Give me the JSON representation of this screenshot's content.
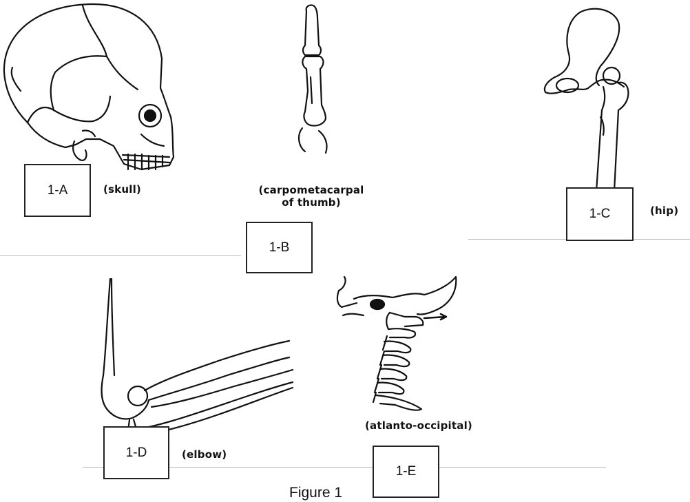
{
  "panels": [
    {
      "id": "1-A",
      "label": "1-A",
      "caption": "(skull)"
    },
    {
      "id": "1-B",
      "label": "1-B",
      "caption_line1": "(carpometacarpal",
      "caption_line2": "of thumb)"
    },
    {
      "id": "1-C",
      "label": "1-C",
      "caption": "(hip)"
    },
    {
      "id": "1-D",
      "label": "1-D",
      "caption": "(elbow)"
    },
    {
      "id": "1-E",
      "label": "1-E",
      "caption": "(atlanto-occipital)"
    }
  ],
  "figure_caption": "Figure 1"
}
